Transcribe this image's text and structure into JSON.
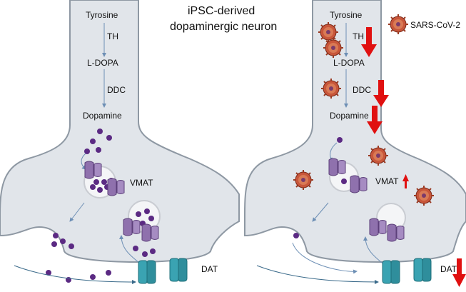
{
  "title_line1": "iPSC-derived",
  "title_line2": "dopaminergic neuron",
  "pathway": {
    "tyrosine": "Tyrosine",
    "th": "TH",
    "ldopa": "L-DOPA",
    "ddc": "DDC",
    "dopamine": "Dopamine"
  },
  "vmat_label": "VMAT",
  "dat_label": "DAT",
  "virus_legend": "SARS-CoV-2",
  "colors": {
    "neuron_fill": "#dfe3e8",
    "neuron_stroke": "#8c959f",
    "dopamine": "#5b2a83",
    "transporter_purple": "#9b7fb8",
    "dat_teal": "#3fa9b5",
    "arrow_red": "#e01010",
    "virus": "#c05a2a"
  },
  "changes_right_panel": {
    "TH": "down",
    "DDC": "down",
    "Dopamine": "down",
    "VMAT": "up",
    "DAT": "down"
  }
}
